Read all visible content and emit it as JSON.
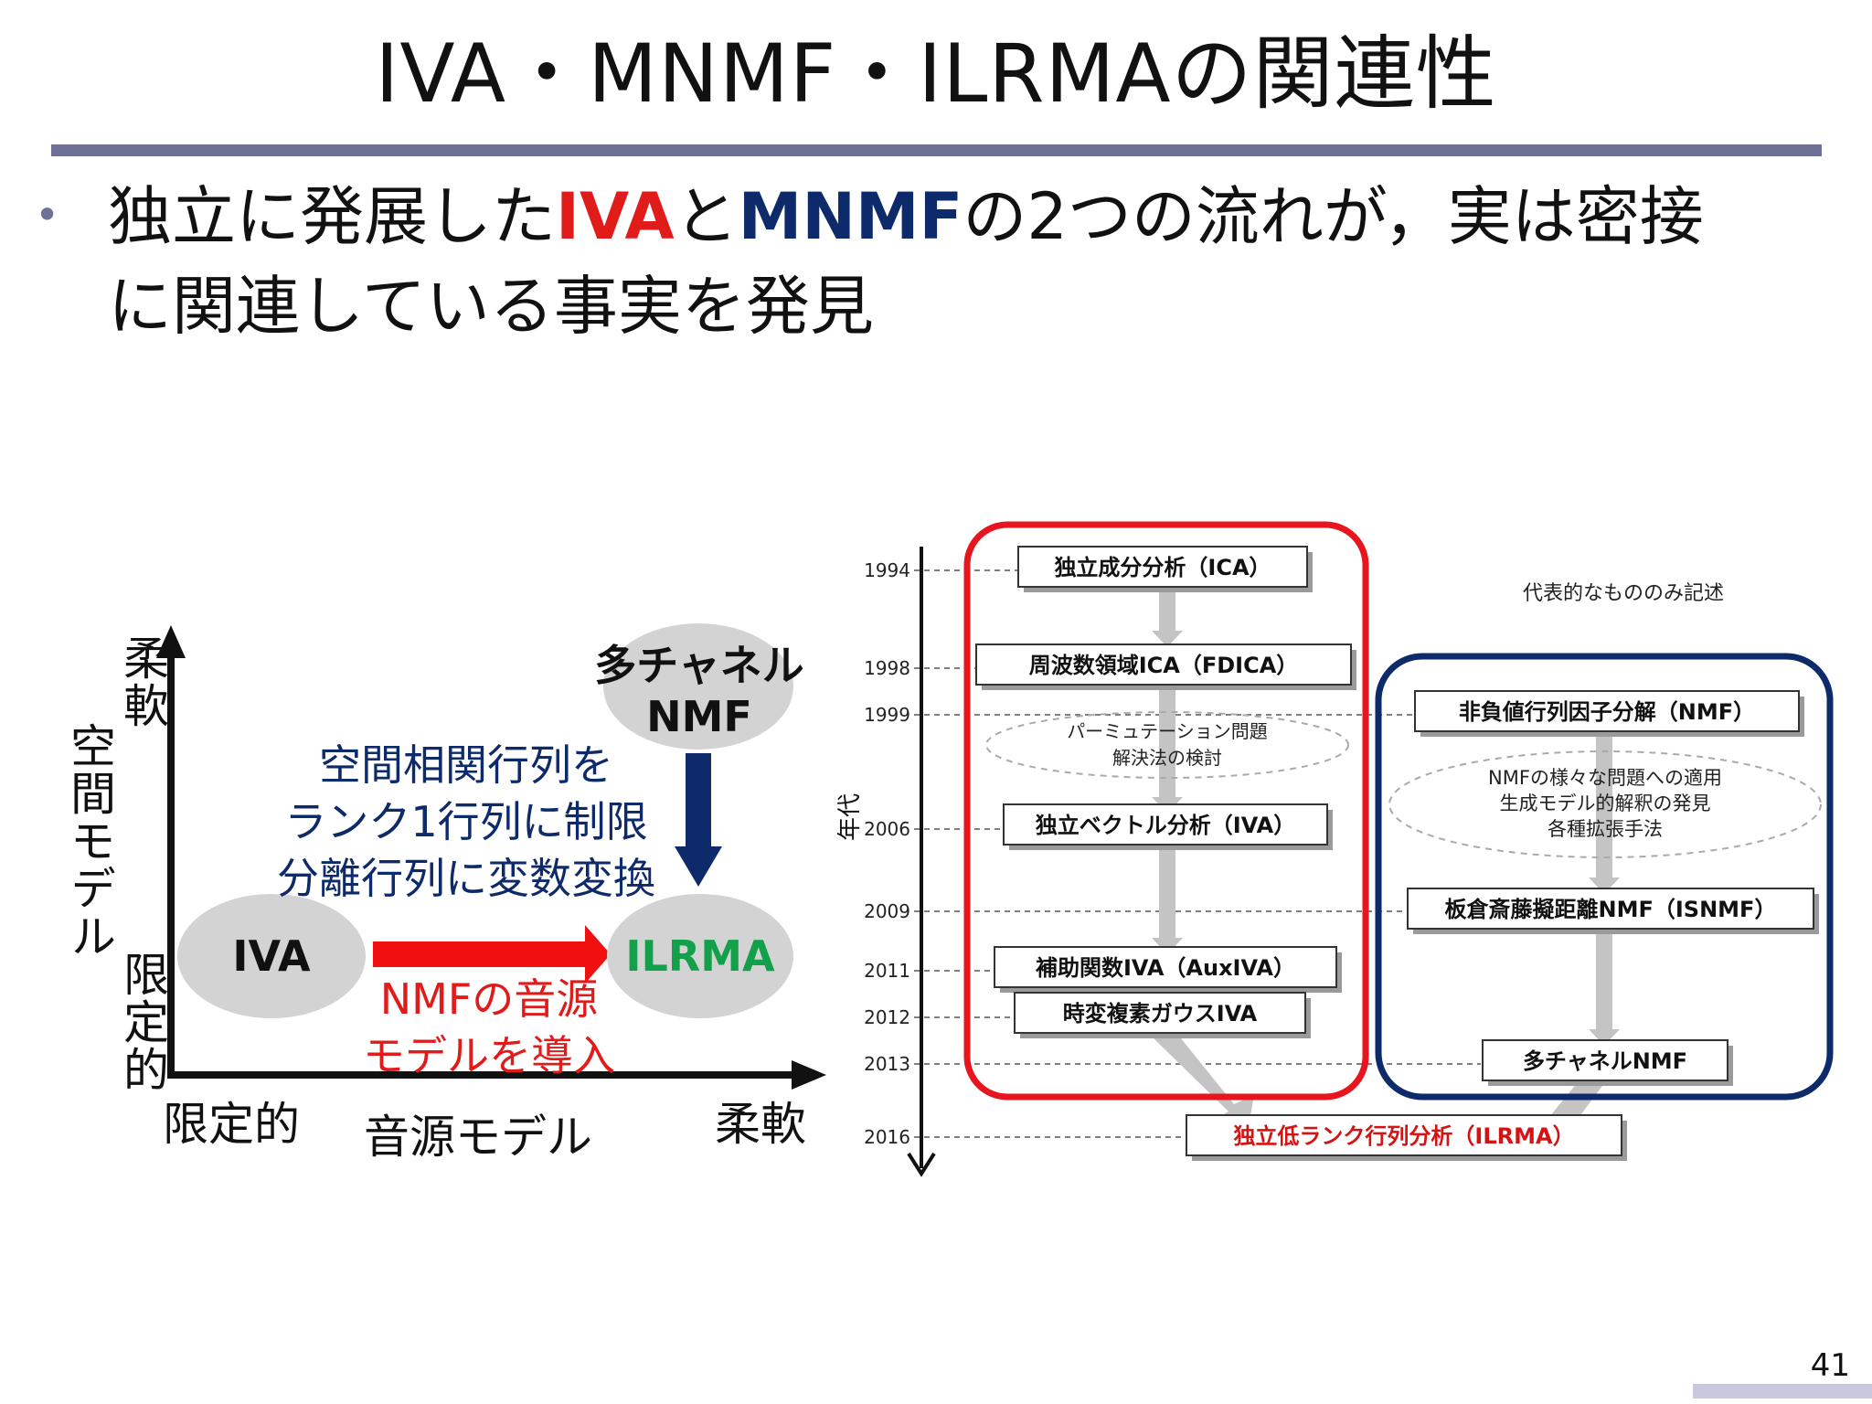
{
  "slide": {
    "title": "IVA・MNMF・ILRMAの関連性",
    "bullet": {
      "part1": "独立に発展した",
      "kw1": "IVA",
      "part2": "と",
      "kw2": "MNMF",
      "part3": "の2つの流れが，実は密接",
      "line2": "に関連している事実を発見"
    },
    "page_number": "41",
    "colors": {
      "accent_bar": "#6e7096",
      "red": "#e11a1a",
      "navy": "#0d2a6a",
      "green": "#13a04a"
    }
  },
  "diagram": {
    "y_axis_flexible": "柔軟",
    "y_axis_title": "空間モデル",
    "y_axis_limited": "限定的",
    "x_axis_limited": "限定的",
    "x_axis_title": "音源モデル",
    "x_axis_flexible": "柔軟",
    "node_iva": "IVA",
    "node_mnmf_line1": "多チャネル",
    "node_mnmf_line2": "NMF",
    "node_ilrma": "ILRMA",
    "blue_note": [
      "空間相関行列を",
      "ランク1行列に制限",
      "分離行列に変数変換"
    ],
    "red_note": [
      "NMFの音源",
      "モデルを導入"
    ]
  },
  "timeline": {
    "axis_label": "年代",
    "note": "代表的なもののみ記述",
    "years": [
      "1994",
      "1998",
      "1999",
      "2006",
      "2009",
      "2011",
      "2012",
      "2013",
      "2016"
    ],
    "boxes": {
      "ica": "独立成分分析（ICA）",
      "fdica": "周波数領域ICA（FDICA）",
      "iva": "独立ベクトル分析（IVA）",
      "auxiva": "補助関数IVA（AuxIVA）",
      "tvgiva": "時変複素ガウスIVA",
      "nmf": "非負値行列因子分解（NMF）",
      "isnmf": "板倉斎藤擬距離NMF（ISNMF）",
      "mnmf": "多チャネルNMF",
      "ilrma": "独立低ランク行列分析（ILRMA）"
    },
    "perm_note": [
      "パーミュテーション問題",
      "解決法の検討"
    ],
    "nmf_note": [
      "NMFの様々な問題への適用",
      "生成モデル的解釈の発見",
      "各種拡張手法"
    ]
  }
}
